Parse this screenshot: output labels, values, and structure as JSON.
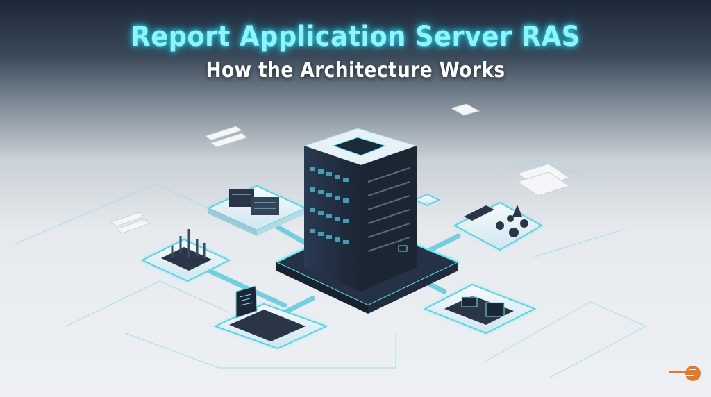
{
  "header": {
    "title": "Report Application Server RAS",
    "subtitle": "How the Architecture Works"
  },
  "colors": {
    "title_glow": "#8ff4fb",
    "accent_cyan": "#5fe3f0",
    "server_dark": "#1e2a3a",
    "logo_orange": "#e07b2c"
  },
  "illustration": {
    "central": "server-tower",
    "nodes": [
      "database-servers",
      "analytics-city",
      "laptop-terminal",
      "chart-dashboard",
      "report-devices"
    ]
  },
  "logo": {
    "icon": "orange-speed-logo"
  }
}
